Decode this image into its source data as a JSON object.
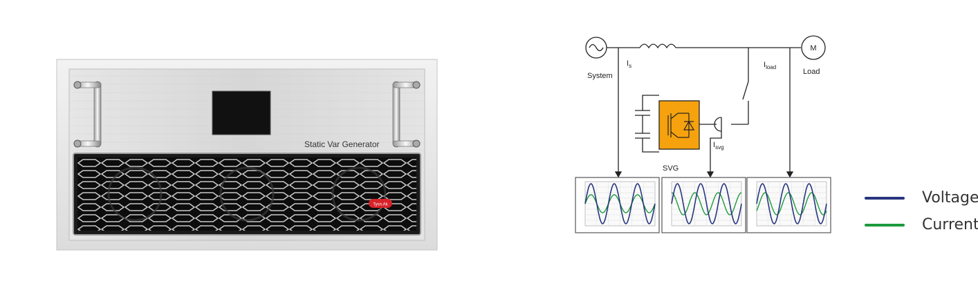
{
  "product": {
    "device_label": "Static Var Generator",
    "badge_text": "Tysn.Ak"
  },
  "diagram": {
    "system_label": "System",
    "load_label": "Load",
    "motor_label": "M",
    "svg_label": "SVG",
    "current_labels": {
      "is_main": "I",
      "is_sub": "s",
      "iload_main": "I",
      "iload_sub": "load",
      "isvg_main": "I",
      "isvg_sub": "svg"
    },
    "box_color": "#f5a20e"
  },
  "scopes": [
    {
      "name": "source-waveform",
      "voltage_amp": 1.0,
      "current_amp": 0.45,
      "current_phase_deg": 0
    },
    {
      "name": "svg-waveform",
      "voltage_amp": 1.0,
      "current_amp": 0.55,
      "current_phase_deg": 90
    },
    {
      "name": "load-waveform",
      "voltage_amp": 1.0,
      "current_amp": 0.55,
      "current_phase_deg": -40
    }
  ],
  "legend": [
    {
      "label": "Voltage",
      "color": "#27357e"
    },
    {
      "label": "Current",
      "color": "#1c9a3c"
    }
  ]
}
